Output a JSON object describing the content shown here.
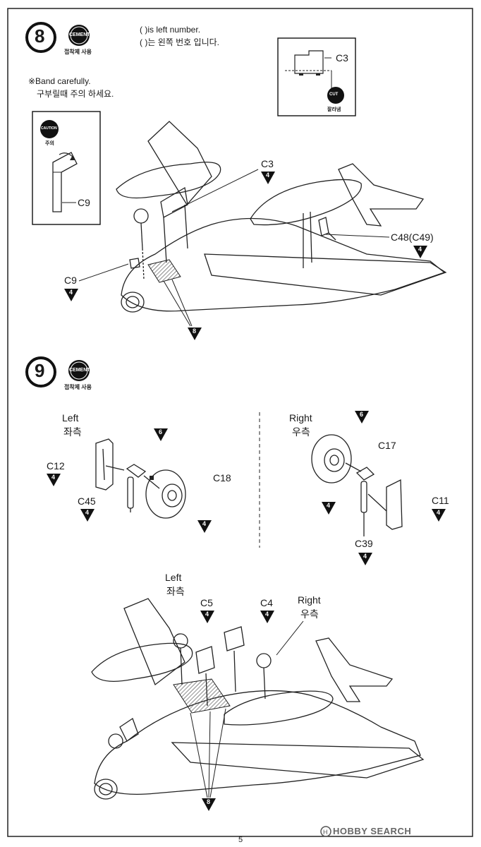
{
  "page_number": "5",
  "note": {
    "left_number_en": "( )is left number.",
    "left_number_ko": "( )는 왼쪽 번호 입니다."
  },
  "icons": {
    "cement": "CEMENT",
    "cut": "CUT",
    "caution": "CAUTION"
  },
  "step8": {
    "number": "8",
    "cement_caption": "접착제 사용",
    "band_en": "※Band carefully.",
    "band_ko": "구부릴때 주의 하세요.",
    "caution_caption": "주의",
    "cut_caption": "잘라냄",
    "parts": {
      "c3_inset": "C3",
      "c9_inset": "C9",
      "c3": "C3",
      "c48": "C48(C49)",
      "c9": "C9"
    },
    "ref_c3": "4",
    "ref_c48": "4",
    "ref_c9": "4",
    "ref_bay": "8"
  },
  "step9": {
    "number": "9",
    "cement_caption": "접착제 사용",
    "left_en": "Left",
    "left_ko": "좌측",
    "right_en": "Right",
    "right_ko": "우측",
    "parts": {
      "c12": "C12",
      "c45": "C45",
      "c18": "C18",
      "c17": "C17",
      "c11": "C11",
      "c39": "C39",
      "c5": "C5",
      "c4": "C4"
    },
    "refs": {
      "c12": "4",
      "c45": "4",
      "wheel_left_top": "6",
      "wheel_left_bottom": "4",
      "wheel_right_top": "6",
      "wheel_right_bottom": "4",
      "c11": "4",
      "c39": "4",
      "c5": "4",
      "c4": "4",
      "bay": "8"
    },
    "assembly_left_en": "Left",
    "assembly_left_ko": "좌측",
    "assembly_right_en": "Right",
    "assembly_right_ko": "우측"
  },
  "watermark": "HOBBY SEARCH"
}
